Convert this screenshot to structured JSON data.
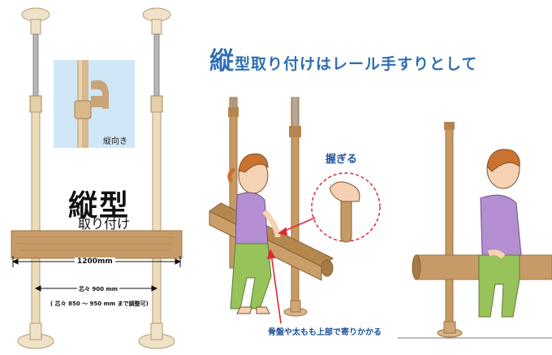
{
  "headline": {
    "prefix": "縦",
    "rest": "型取り付けはレール手すりとして"
  },
  "left_panel": {
    "title_main": "縦型",
    "title_sub": "取り付け",
    "photo_caption": "縦向き",
    "rail_width_label": "1200mm",
    "pole_spacing_label": "芯々 900 mm",
    "pole_spacing_note": "( 芯々 850 ～ 950 mm まで調整可)"
  },
  "middle_panel": {
    "grip_label": "握ぎる",
    "lean_caption": "骨盤や太もも上部で寄りかかる"
  },
  "colors": {
    "headline": "#2f6fb2",
    "annotation_blue": "#1c4f9a",
    "arrow_red": "#e0282e",
    "wood": "#c89a63",
    "pole": "#e8d9be"
  }
}
